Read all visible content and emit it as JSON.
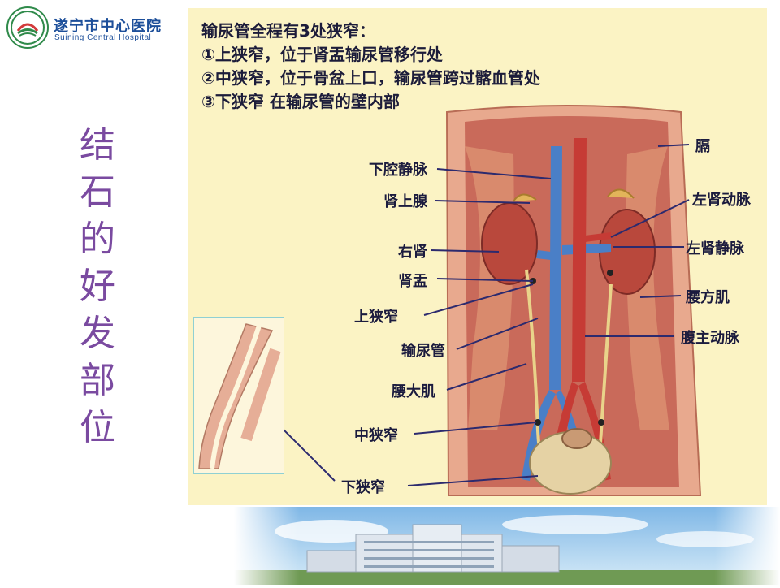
{
  "header": {
    "hospital_name_cn": "遂宁市中心医院",
    "hospital_name_en": "Suining Central Hospital"
  },
  "slide": {
    "title_chars": [
      "结",
      "石",
      "的",
      "好",
      "发",
      "部",
      "位"
    ]
  },
  "figure": {
    "headline_lines": [
      "输尿管全程有3处狭窄：",
      "①上狭窄，位于肾盂输尿管移行处",
      "②中狭窄，位于骨盆上口，输尿管跨过髂血管处",
      "③下狭窄 在输尿管的壁内部"
    ],
    "labels": {
      "ivc": "下腔静脉",
      "adrenal": "肾上腺",
      "right_kidney": "右肾",
      "renal_pelvis": "肾盂",
      "upper_narrow": "上狭窄",
      "ureter": "输尿管",
      "psoas": "腰大肌",
      "middle_narrow": "中狭窄",
      "lower_narrow": "下狭窄",
      "diaphragm": "膈",
      "left_renal_artery": "左肾动脉",
      "left_renal_vein": "左肾静脉",
      "quadratus": "腰方肌",
      "aorta": "腹主动脉"
    }
  },
  "colors": {
    "title_purple": "#7a4aa0",
    "brand_blue": "#1d4f9a",
    "card_bg": "#fbf3c4"
  }
}
